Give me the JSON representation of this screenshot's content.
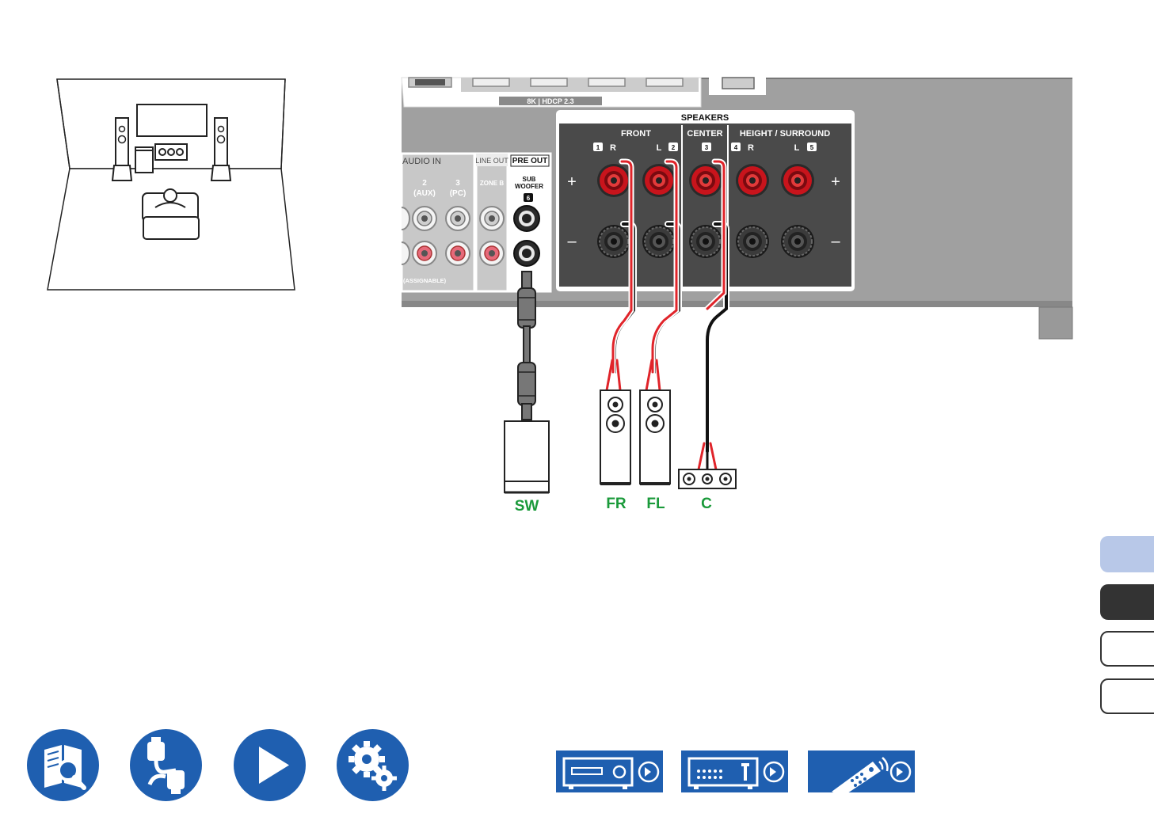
{
  "receiver": {
    "hdmi_band_label": "8K  |  HDCP 2.3",
    "speakers_title": "SPEAKERS",
    "group_front": "FRONT",
    "group_center": "CENTER",
    "group_height_surround": "HEIGHT / SURROUND",
    "ch_front_r_num": "1",
    "ch_front_r": "R",
    "ch_front_l": "L",
    "ch_front_l_num": "2",
    "ch_center_num": "3",
    "ch_hs_r_num": "4",
    "ch_hs_r": "R",
    "ch_hs_l": "L",
    "ch_hs_l_num": "5",
    "plus": "+",
    "minus": "–",
    "audio_in": "AUDIO IN",
    "in2_num": "2",
    "in2_name": "(AUX)",
    "in3_num": "3",
    "in3_name": "(PC)",
    "assignable": "(ASSIGNABLE)",
    "line_out": "LINE OUT",
    "zone_b": "ZONE B",
    "pre_out": "PRE OUT",
    "sub_line1": "SUB",
    "sub_line2": "WOOFER",
    "sub_num": "6"
  },
  "speaker_labels": {
    "sw": "SW",
    "fr": "FR",
    "fl": "FL",
    "c": "C"
  },
  "colors": {
    "label_green": "#1a9a3a",
    "nav_blue": "#1f5fb0",
    "tab_light": "#b8c8e8",
    "tab_dark": "#333333",
    "wire_red": "#e0242a",
    "terminal_red": "#c8141c"
  },
  "nav_icons": [
    "contents-icon",
    "connections-icon",
    "playback-icon",
    "setup-icon"
  ],
  "device_icons": [
    "front-panel-icon",
    "rear-panel-icon",
    "remote-icon"
  ]
}
